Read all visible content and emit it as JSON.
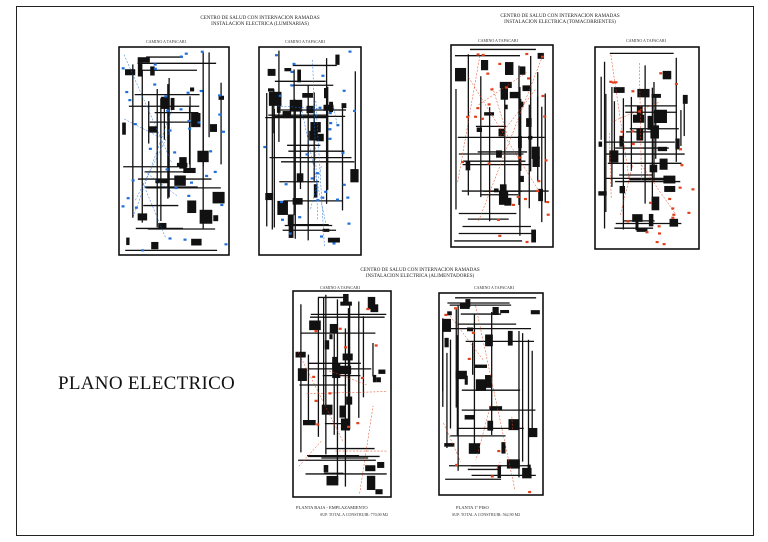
{
  "main_label": "PLANO ELECTRICO",
  "sheets": [
    {
      "title_line1": "CENTRO DE SALUD CON INTERNACION RAMADAS",
      "title_line2": "INSTALACION ELECTRICA (LUMINARIAS)",
      "road": "CAMINO A TAPACARI",
      "accent": "#1e6fd9"
    },
    {
      "title_line1": "CENTRO DE SALUD CON INTERNACION RAMADAS",
      "title_line2": "INSTALACION ELECTRICA (TOMACORRIENTES)",
      "road": "CAMINO A TAPACARI",
      "accent": "#e2401c"
    },
    {
      "title_line1": "CENTRO DE SALUD CON INTERNACION RAMADAS",
      "title_line2": "INSTALACION ELECTRICA (ALIMENTADORES)",
      "road": "CAMINO A TAPACARI",
      "accent": "#e2401c"
    }
  ],
  "captions": {
    "ground_floor": "PLANTA BAJA - EMPLAZAMIENTO",
    "ground_floor_sub": "SUP. TOTAL A CONSTRUIR: 770,00 M2",
    "first_floor": "PLANTA 1º PISO",
    "first_floor_sub": "SUP. TOTAL A CONSTRUIR: 562,90 M2"
  },
  "colors": {
    "ink": "#111111",
    "wire_blue": "#1e6fd9",
    "wire_red": "#e2401c"
  }
}
